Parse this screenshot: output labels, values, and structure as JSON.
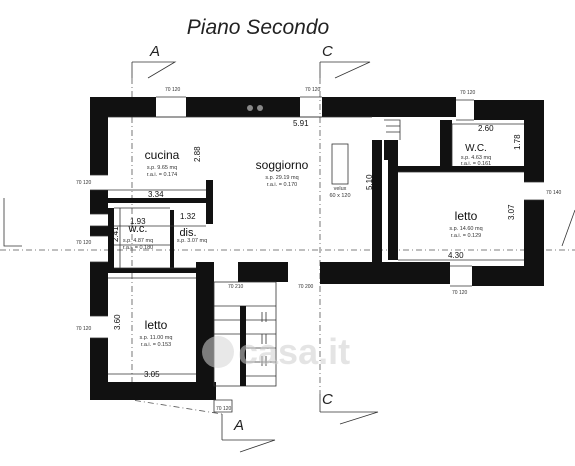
{
  "title": "Piano Secondo",
  "section_labels": {
    "a": "A",
    "c": "C"
  },
  "rooms": [
    {
      "id": "cucina",
      "name": "cucina",
      "sp": "s.p. 9.65 mq",
      "rai": "r.a.i. = 0.174"
    },
    {
      "id": "soggiorno",
      "name": "soggiorno",
      "sp": "s.p. 29.19 mq",
      "rai": "r.a.i. = 0.170"
    },
    {
      "id": "wc-right",
      "name": "W.C.",
      "sp": "s.p. 4.63 mq",
      "rai": "r.a.i. = 0.161"
    },
    {
      "id": "letto-right",
      "name": "letto",
      "sp": "s.p. 14.60 mq",
      "rai": "r.a.i. = 0.129"
    },
    {
      "id": "wc-left",
      "name": "w.c.",
      "sp": "s.p. 4.87 mq",
      "rai": "r.a.i. = 0.180"
    },
    {
      "id": "dis",
      "name": "dis.",
      "sp": "s.p. 3.07 mq",
      "rai": ""
    },
    {
      "id": "letto-left",
      "name": "letto",
      "sp": "s.p. 11.00 mq",
      "rai": "r.a.i. = 0.153"
    }
  ],
  "velux": {
    "name": "velux",
    "size": "60 x 120"
  },
  "dimensions": {
    "d591": "5.91",
    "d260": "2.60",
    "d288": "2.88",
    "d178": "1.78",
    "d334": "3.34",
    "d510": "5.10",
    "d307": "3.07",
    "d193": "1.93",
    "d132": "1.32",
    "d241": "2.41",
    "d430": "4.30",
    "d360": "3.60",
    "d305": "3.05"
  },
  "window_tags": {
    "w_top_left": "70 120",
    "w_top_mid": "70 120",
    "w_top_right": "70 120",
    "w_left_1": "70 120",
    "w_left_2": "70 120",
    "w_left_3": "70 120",
    "w_right": "70 140",
    "w_bottom_right": "70 120",
    "w_stair_1": "70 210",
    "w_stair_2": "70 200",
    "w_bottom_a": "70 120"
  },
  "watermark": "casa.it"
}
